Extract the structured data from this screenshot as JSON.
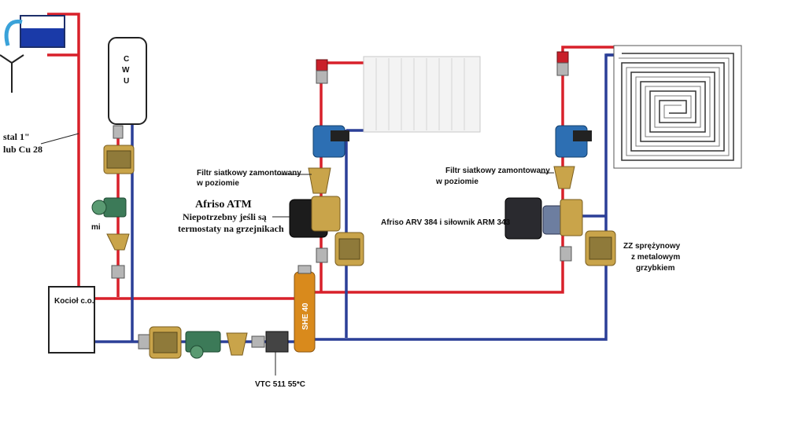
{
  "labels": {
    "pipe_spec_line1": "stal 1\"",
    "pipe_spec_line2": "lub Cu 28",
    "cwu_letters": [
      "C",
      "W",
      "U"
    ],
    "boiler": "Kocioł c.o.",
    "pump_mark_left": "mi",
    "filter_left_line1": "Filtr siatkowy zamontowany",
    "filter_left_line2": "w poziomie",
    "afriso_atm_title": "Afriso ATM",
    "afriso_atm_line1": "Niepotrzebny jeśli są",
    "afriso_atm_line2": "termostaty na grzejnikach",
    "filter_right_line1": "Filtr siatkowy zamontowany",
    "filter_right_line2": "w poziomie",
    "afriso_arv": "Afriso ARV 384 i siłownik  ARM 343",
    "zz_line1": "ZZ sprężynowy",
    "zz_line2": "z metalowym",
    "zz_line3": "grzybkiem",
    "separator": "SHE 40",
    "vtc": "VTC 511 55*C"
  },
  "colors": {
    "supply_pipe": "#d8202a",
    "return_pipe": "#2b3f97",
    "brass": "#c9a44a",
    "pump_green": "#3c7a58",
    "pump_blue": "#2d6fb3",
    "separator": "#d98a1c"
  }
}
